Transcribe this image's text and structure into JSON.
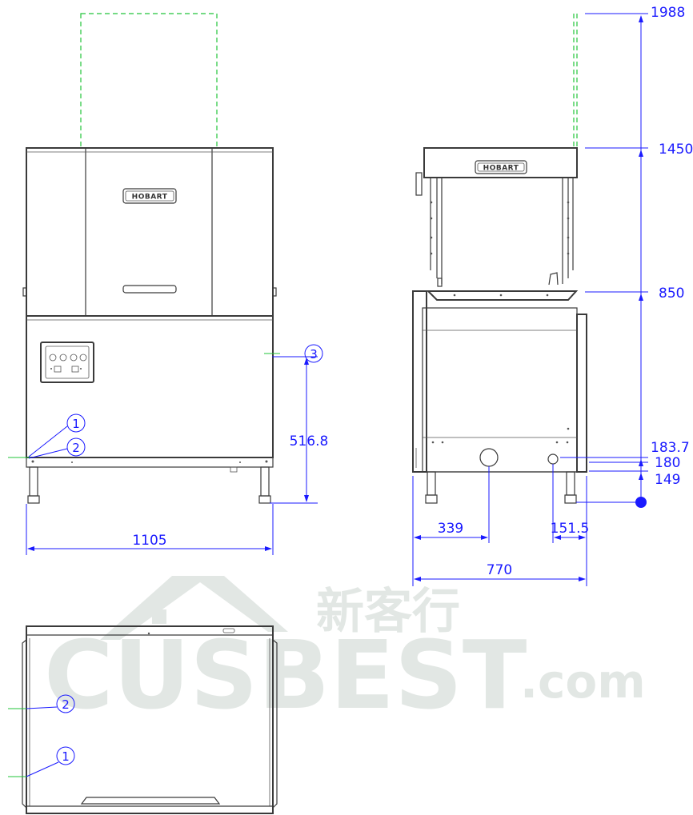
{
  "brand": {
    "front_logo": "HOBART",
    "side_logo": "HOBART"
  },
  "watermark": {
    "chinese": "新客行",
    "latin": "CUSBEST",
    "suffix": ".com"
  },
  "front_view": {
    "width_label": "1105",
    "height_label": "516.8",
    "callouts": [
      "1",
      "2",
      "3"
    ]
  },
  "side_view": {
    "heights": [
      "1988",
      "1450",
      "850",
      "183.7",
      "180",
      "149"
    ],
    "offsets": [
      "339",
      "151.5"
    ],
    "depth_label": "770"
  },
  "top_view": {
    "callouts": [
      "2",
      "1"
    ]
  },
  "colors": {
    "outline": "#3a3a3a",
    "dimension": "#1a1aff",
    "connection": "#22c43a"
  }
}
